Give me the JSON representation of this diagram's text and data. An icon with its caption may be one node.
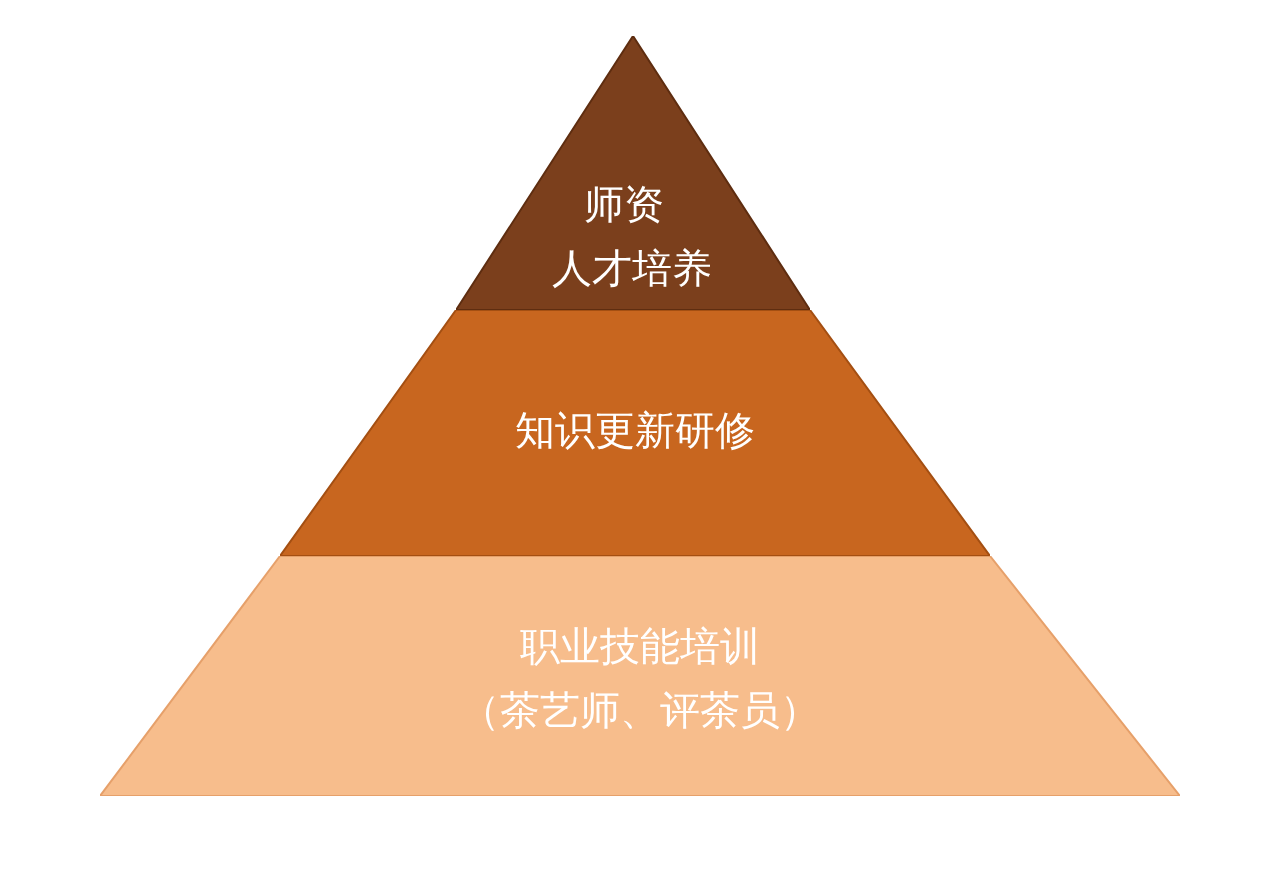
{
  "diagram": {
    "nodes": [
      {
        "text": [
          "师资",
          "人才培养"
        ]
      },
      {
        "text": [
          "知识更新研修"
        ]
      },
      {
        "text": [
          "职业技能培训",
          "（茶艺师、评茶员）"
        ]
      }
    ]
  }
}
